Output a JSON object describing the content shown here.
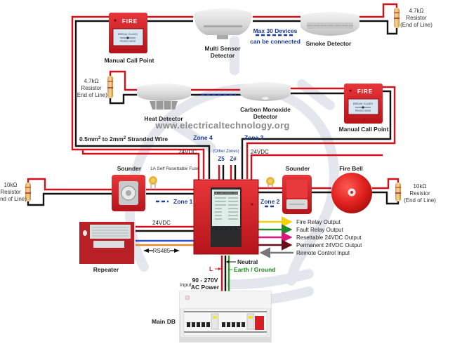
{
  "watermark": "www.electricaltechnology.org",
  "colors": {
    "wire_positive": "#d4111b",
    "wire_negative": "#111111",
    "zone_label": "#1a3a9c",
    "device_red": "#d81e24",
    "earth_green": "#2e9a2e",
    "fire_relay": "#f2d200",
    "fault_relay": "#1e8a2a",
    "resettable": "#e0157a",
    "permanent": "#6b0f16",
    "remote": "#777777",
    "rs485_blue": "#2a52c9",
    "rs485_orange": "#e88a2c"
  },
  "devices": {
    "mcp_top": {
      "label": "Manual Call Point",
      "face_title": "FIRE",
      "face_text_1": "BREAK GLASS",
      "face_text_2": "PRESS HERE"
    },
    "multi_sensor": {
      "label_1": "Multi Sensor",
      "label_2": "Detector"
    },
    "smoke": {
      "label": "Smoke Detector"
    },
    "heat": {
      "label": "Heat Detector"
    },
    "co": {
      "label_1": "Carbon Monoxide",
      "label_2": "Detector"
    },
    "mcp_right": {
      "label": "Manual Call Point",
      "face_title": "FIRE",
      "face_text_1": "BREAK GLASS",
      "face_text_2": "PRESS HERE"
    },
    "sounder_left": {
      "label": "Sounder"
    },
    "sounder_right": {
      "label": "Sounder"
    },
    "fire_bell": {
      "label": "Fire Bell"
    },
    "repeater": {
      "label": "Repeater"
    },
    "panel": {
      "title": "FIRE ALARM CONTROL PANEL"
    },
    "main_db": {
      "label": "Main DB"
    }
  },
  "resistors": {
    "top_right": {
      "value": "4.7kΩ",
      "line2": "Resistor",
      "line3": "(End of Line)"
    },
    "mid_left": {
      "value": "4.7kΩ",
      "line2": "Resistor",
      "line3": "(End of Line)"
    },
    "bottom_left": {
      "value": "10kΩ",
      "line2": "Resistor",
      "line3": "(End of Line)"
    },
    "bottom_right": {
      "value": "10kΩ",
      "line2": "Resistor",
      "line3": "(End of Line)"
    }
  },
  "annotations": {
    "max_devices_1": "Max 30 Devices",
    "max_devices_2": "can be connected",
    "wire_spec_a": "0.5mm",
    "wire_spec_b": "2",
    "wire_spec_c": " to 2mm",
    "wire_spec_d": "2",
    "wire_spec_e": " Stranded Wire",
    "zone4": "Zone 4",
    "zone3": "Zone 3",
    "zone1": "Zone 1",
    "zone2": "Zone 2",
    "other_zones": "(Other Zones)",
    "z5": "Z5",
    "z8": "Z#",
    "vdc_left": "24VDC",
    "vdc_right": "24VDC",
    "vdc_repeater": "24VDC",
    "fuse": "1A Self Resettable Fuse",
    "rs485": "RS485",
    "neutral": "Neutral",
    "earth": "Earth / Ground",
    "live": "L",
    "input": "Input",
    "power_1": "90 - 270V",
    "power_2": "AC Power"
  },
  "outputs": [
    {
      "label": "Fire Relay Output",
      "color": "#f2d200",
      "direction": "out"
    },
    {
      "label": "Fault Relay Output",
      "color": "#1e8a2a",
      "direction": "out"
    },
    {
      "label": "Resettable 24VDC Output",
      "color": "#e0157a",
      "direction": "out"
    },
    {
      "label": "Permanent 24VDC Output",
      "color": "#6b0f16",
      "direction": "out"
    },
    {
      "label": "Remote Control Input",
      "color": "#777777",
      "direction": "in"
    }
  ]
}
